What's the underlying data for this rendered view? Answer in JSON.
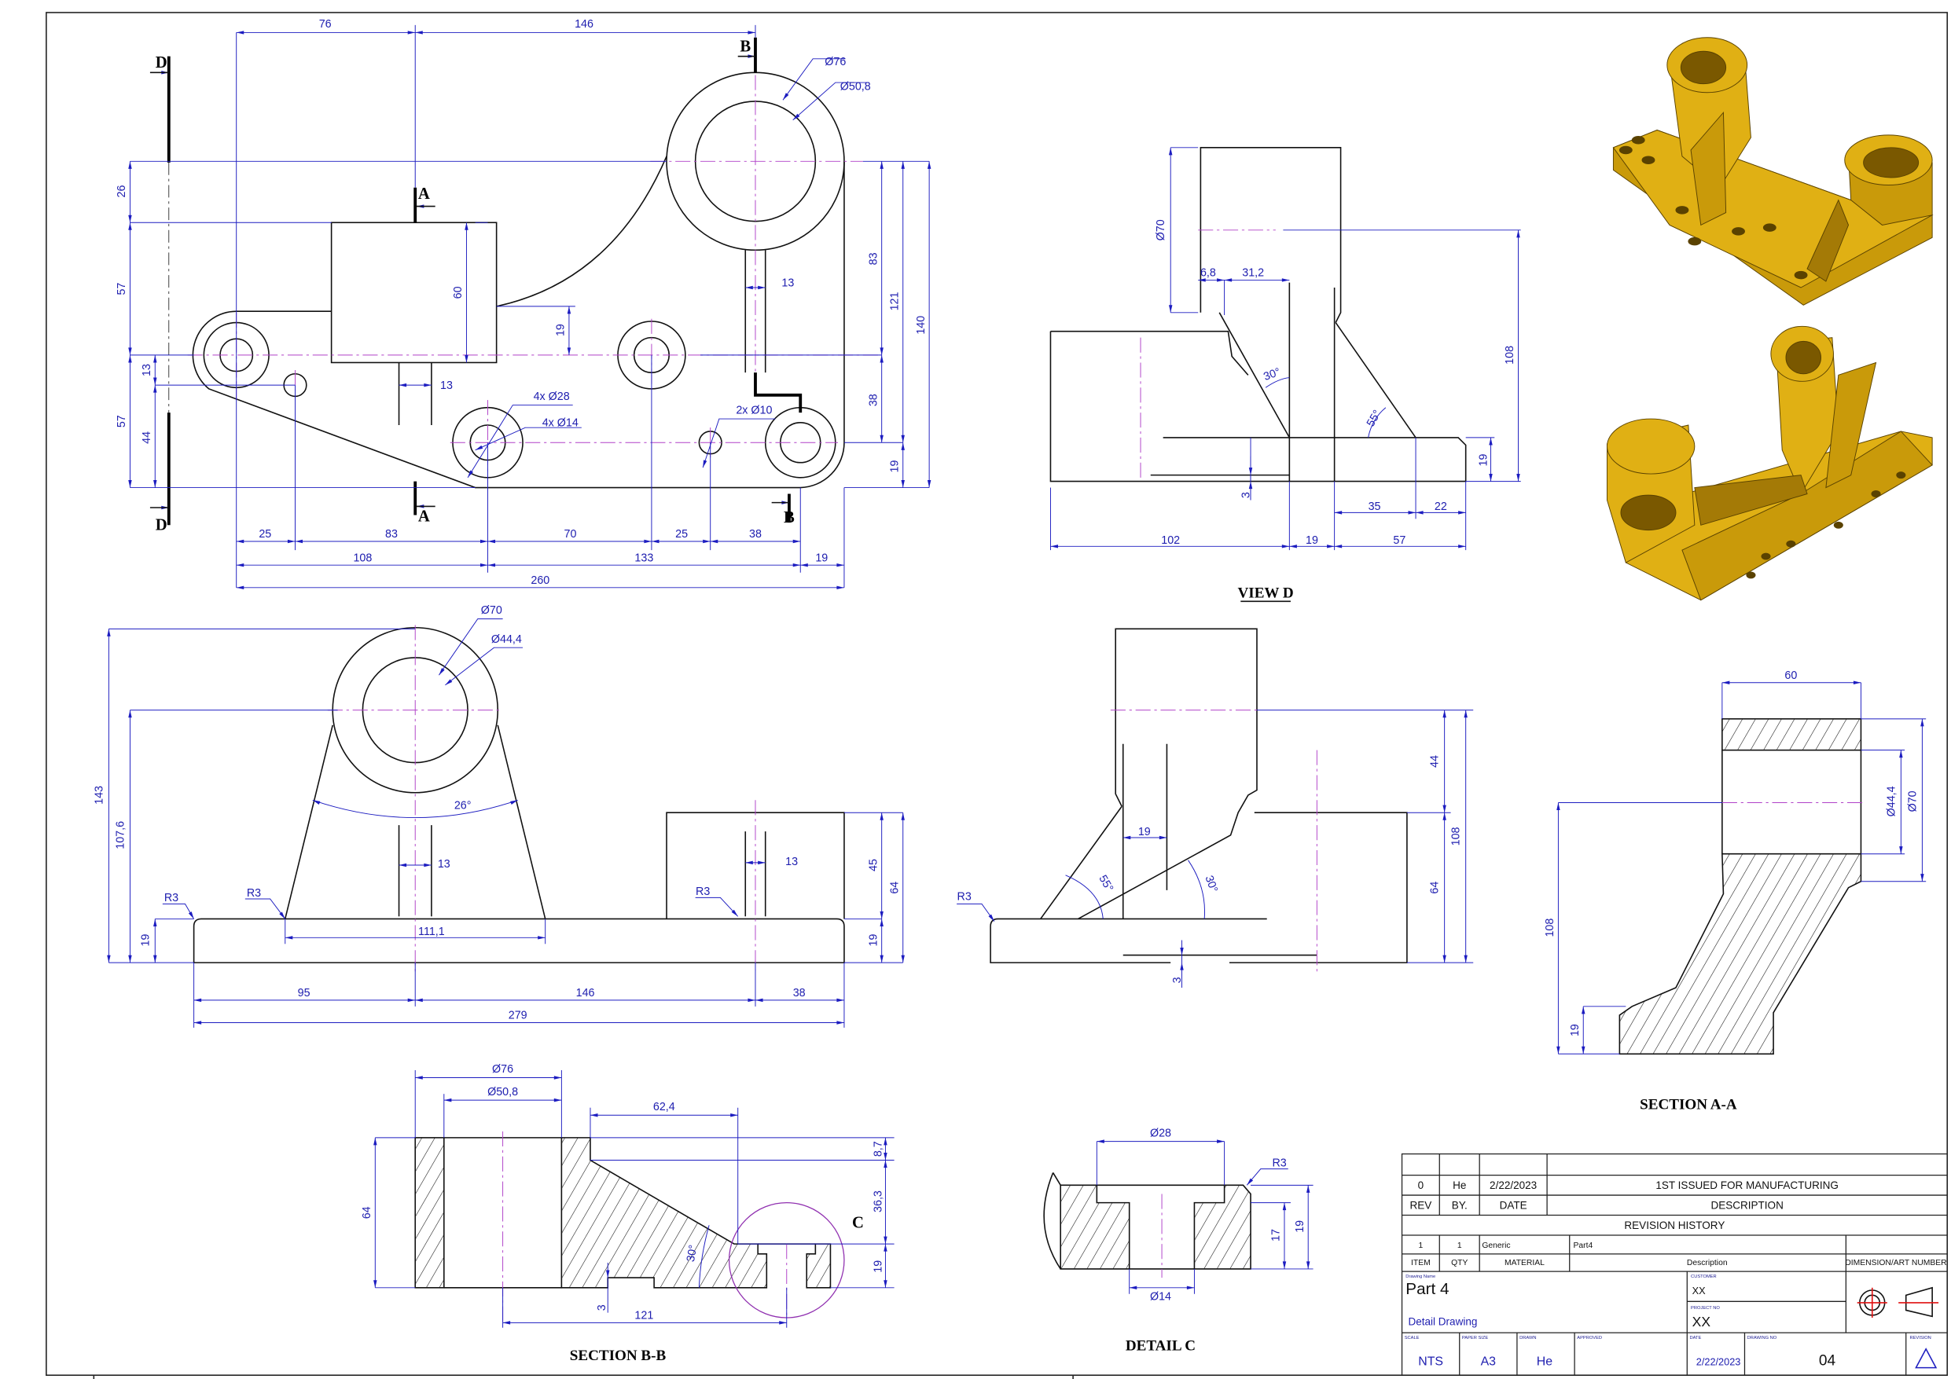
{
  "top_view": {
    "dims": [
      "76",
      "146",
      "Ø76",
      "Ø50,8",
      "26",
      "57",
      "57",
      "13",
      "44",
      "60",
      "19",
      "13",
      "13",
      "83",
      "38",
      "121",
      "19",
      "140",
      "4x Ø28",
      "4x Ø14",
      "2x Ø10",
      "25",
      "83",
      "70",
      "25",
      "38",
      "108",
      "133",
      "19",
      "260"
    ],
    "section_labels": [
      "D",
      "D",
      "A",
      "A",
      "B",
      "B"
    ]
  },
  "front_view": {
    "dims": [
      "Ø70",
      "Ø44,4",
      "26°",
      "143",
      "107,6",
      "19",
      "13",
      "13",
      "45",
      "64",
      "19",
      "111,1",
      "95",
      "146",
      "38",
      "279",
      "R3",
      "R3",
      "R3"
    ]
  },
  "side_view": {
    "dims": [
      "44",
      "108",
      "64",
      "19",
      "55°",
      "30°",
      "R3",
      "3"
    ]
  },
  "view_d": {
    "title": "VIEW D",
    "dims": [
      "Ø70",
      "6,8",
      "31,2",
      "30°",
      "55°",
      "108",
      "19",
      "3",
      "35",
      "22",
      "102",
      "19",
      "57"
    ]
  },
  "section_a": {
    "title": "SECTION A-A",
    "dims": [
      "60",
      "Ø44,4",
      "Ø70",
      "108",
      "19"
    ]
  },
  "section_b": {
    "title": "SECTION B-B",
    "dims": [
      "Ø76",
      "Ø50,8",
      "62,4",
      "64",
      "8,7",
      "36,3",
      "19",
      "121",
      "3",
      "30°"
    ],
    "detail_marker": "C"
  },
  "detail_c": {
    "title": "DETAIL C",
    "dims": [
      "Ø28",
      "Ø14",
      "R3",
      "17",
      "19"
    ]
  },
  "title_block": {
    "revision": {
      "rev": "0",
      "by": "He",
      "date": "2/22/2023",
      "description": "1ST ISSUED FOR MANUFACTURING"
    },
    "rev_headers": {
      "rev": "REV",
      "by": "BY.",
      "date": "DATE",
      "description": "DESCRIPTION"
    },
    "revision_history_label": "REVISION HISTORY",
    "bom": {
      "item": "1",
      "qty": "1",
      "material": "Generic",
      "description": "Part4"
    },
    "bom_headers": {
      "item": "ITEM",
      "qty": "QTY",
      "material": "MATERIAL",
      "description": "Description",
      "dimension": "DIMENSION/ART NUMBER"
    },
    "drawing_name_label": "Drawing Name",
    "drawing_name": "Part 4",
    "drawing_type": "Detail Drawing",
    "customer_label": "CUSTOMER",
    "customer": "XX",
    "project_no_label": "PROJECT NO",
    "project_no": "XX",
    "scale_label": "SCALE",
    "scale": "NTS",
    "paper_size_label": "PAPER SIZE",
    "paper_size": "A3",
    "drawn_label": "DRAWN",
    "drawn": "He",
    "approved_label": "APPROVED",
    "date_label": "DATE",
    "date": "2/22/2023",
    "drawing_no_label": "DRAWING NO",
    "drawing_no": "04",
    "revision_label": "REVISION"
  },
  "colors": {
    "outline": "#111111",
    "dimension": "#1c1cc0",
    "centerline": "#b040c8",
    "model_gold": "#e0b014",
    "projection_red": "#e01010"
  }
}
